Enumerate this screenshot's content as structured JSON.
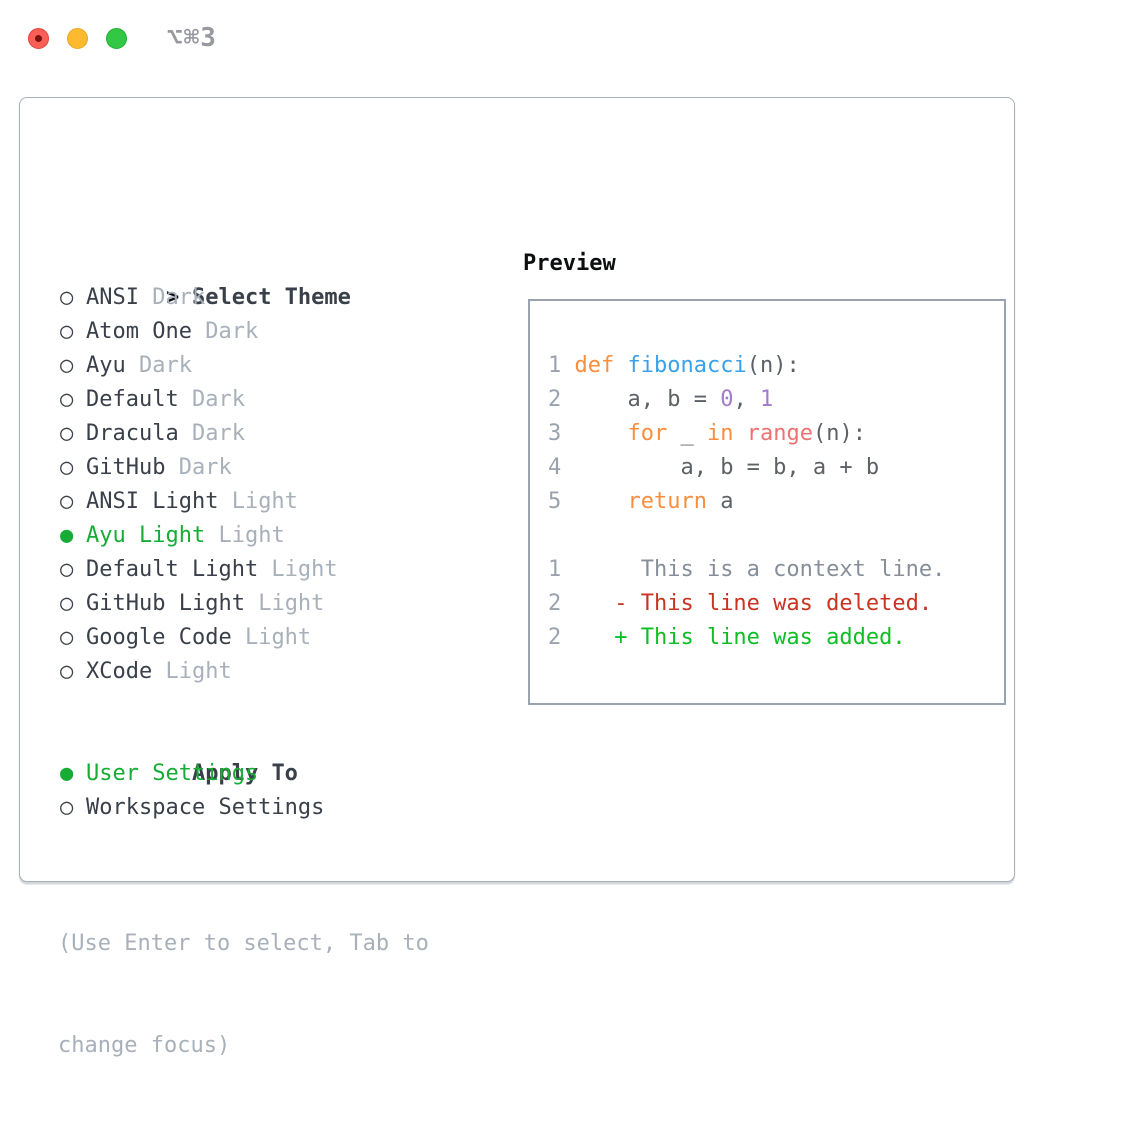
{
  "window": {
    "shortcut": "⌥⌘3",
    "traffic_lights": {
      "close": "#f95f57",
      "minimize": "#fcbb2f",
      "zoom": "#32c745"
    }
  },
  "colors": {
    "green": "#17ac35",
    "text": "#3a4049",
    "muted": "#a8b0ba",
    "border": "#a9b0bb",
    "keyword": "#fa8d3e",
    "function": "#38a1e8",
    "number": "#a37acc",
    "call": "#f07171",
    "code": "#5c6166",
    "lineno": "#9aa3ad",
    "context": "#868f99",
    "deleted": "#c93420",
    "added": "#0fbe24"
  },
  "theme_panel": {
    "cursor": ">",
    "title": "Select Theme",
    "unselected_marker": "○",
    "selected_marker": "●",
    "items": [
      {
        "name": "ANSI",
        "variant": "Dark",
        "selected": false
      },
      {
        "name": "Atom One",
        "variant": "Dark",
        "selected": false
      },
      {
        "name": "Ayu",
        "variant": "Dark",
        "selected": false
      },
      {
        "name": "Default",
        "variant": "Dark",
        "selected": false
      },
      {
        "name": "Dracula",
        "variant": "Dark",
        "selected": false
      },
      {
        "name": "GitHub",
        "variant": "Dark",
        "selected": false
      },
      {
        "name": "ANSI Light",
        "variant": "Light",
        "selected": false
      },
      {
        "name": "Ayu Light",
        "variant": "Light",
        "selected": true
      },
      {
        "name": "Default Light",
        "variant": "Light",
        "selected": false
      },
      {
        "name": "GitHub Light",
        "variant": "Light",
        "selected": false
      },
      {
        "name": "Google Code",
        "variant": "Light",
        "selected": false
      },
      {
        "name": "XCode",
        "variant": "Light",
        "selected": false
      }
    ],
    "apply_to": {
      "title": "Apply To",
      "options": [
        {
          "label": "User Settings",
          "selected": true
        },
        {
          "label": "Workspace Settings",
          "selected": false
        }
      ]
    },
    "help_lines": [
      "(Use Enter to select, Tab to",
      "change focus)"
    ]
  },
  "preview": {
    "title": "Preview",
    "lines": [
      {
        "num": "1",
        "segs": [
          [
            "pl",
            " "
          ],
          [
            "kw",
            "def"
          ],
          [
            "pl",
            " "
          ],
          [
            "fn",
            "fibonacci"
          ],
          [
            "pl",
            "(n):"
          ]
        ]
      },
      {
        "num": "2",
        "segs": [
          [
            "pl",
            "     a, b = "
          ],
          [
            "num",
            "0"
          ],
          [
            "pl",
            ", "
          ],
          [
            "num",
            "1"
          ]
        ]
      },
      {
        "num": "3",
        "segs": [
          [
            "pl",
            "     "
          ],
          [
            "kw",
            "for"
          ],
          [
            "pl",
            " _ "
          ],
          [
            "kw",
            "in"
          ],
          [
            "pl",
            " "
          ],
          [
            "call",
            "range"
          ],
          [
            "pl",
            "(n):"
          ]
        ]
      },
      {
        "num": "4",
        "segs": [
          [
            "pl",
            "         a, b = b, a + b"
          ]
        ]
      },
      {
        "num": "5",
        "segs": [
          [
            "pl",
            "     "
          ],
          [
            "kw",
            "return"
          ],
          [
            "pl",
            " a"
          ]
        ]
      },
      {
        "num": "",
        "segs": []
      },
      {
        "num": "1",
        "segs": [
          [
            "ctx",
            "      This is a context line."
          ]
        ]
      },
      {
        "num": "2",
        "segs": [
          [
            "del",
            "    - This line was deleted."
          ]
        ]
      },
      {
        "num": "2",
        "segs": [
          [
            "add",
            "    + This line was added."
          ]
        ]
      }
    ]
  }
}
